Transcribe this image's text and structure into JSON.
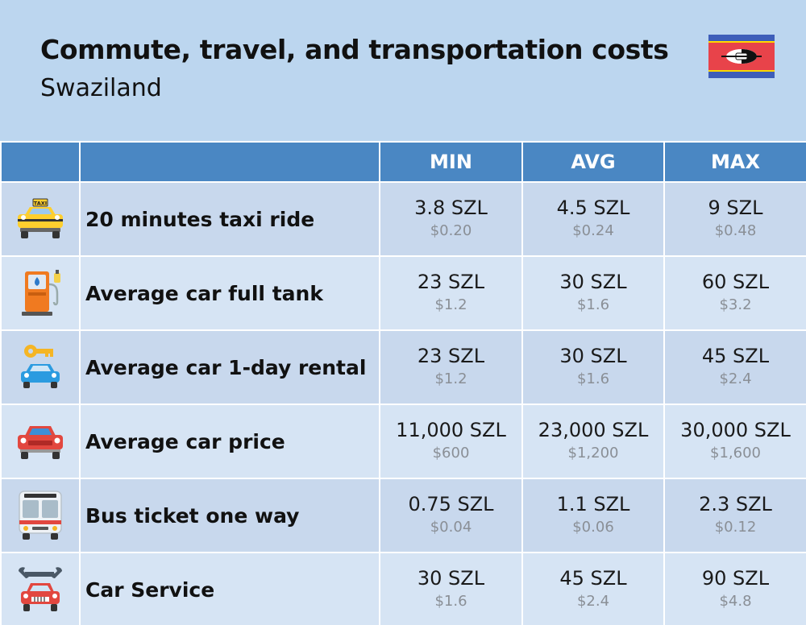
{
  "header": {
    "title": "Commute, travel, and transportation costs",
    "subtitle": "Swaziland"
  },
  "flag_icon": "swaziland-flag-icon",
  "columns": {
    "min": "MIN",
    "avg": "AVG",
    "max": "MAX"
  },
  "rows": [
    {
      "icon": "taxi-icon",
      "label": "20 minutes taxi ride",
      "min": "3.8 SZL",
      "min_usd": "$0.20",
      "avg": "4.5 SZL",
      "avg_usd": "$0.24",
      "max": "9 SZL",
      "max_usd": "$0.48"
    },
    {
      "icon": "fuel-pump-icon",
      "label": "Average car full tank",
      "min": "23 SZL",
      "min_usd": "$1.2",
      "avg": "30 SZL",
      "avg_usd": "$1.6",
      "max": "60 SZL",
      "max_usd": "$3.2"
    },
    {
      "icon": "car-rental-key-icon",
      "label": "Average car 1-day rental",
      "min": "23 SZL",
      "min_usd": "$1.2",
      "avg": "30 SZL",
      "avg_usd": "$1.6",
      "max": "45 SZL",
      "max_usd": "$2.4"
    },
    {
      "icon": "car-icon",
      "label": "Average car price",
      "min": "11,000 SZL",
      "min_usd": "$600",
      "avg": "23,000 SZL",
      "avg_usd": "$1,200",
      "max": "30,000 SZL",
      "max_usd": "$1,600"
    },
    {
      "icon": "bus-icon",
      "label": "Bus ticket one way",
      "min": "0.75 SZL",
      "min_usd": "$0.04",
      "avg": "1.1 SZL",
      "avg_usd": "$0.06",
      "max": "2.3 SZL",
      "max_usd": "$0.12"
    },
    {
      "icon": "car-service-wrench-icon",
      "label": "Car Service",
      "min": "30 SZL",
      "min_usd": "$1.6",
      "avg": "45 SZL",
      "avg_usd": "$2.4",
      "max": "90 SZL",
      "max_usd": "$4.8"
    }
  ]
}
